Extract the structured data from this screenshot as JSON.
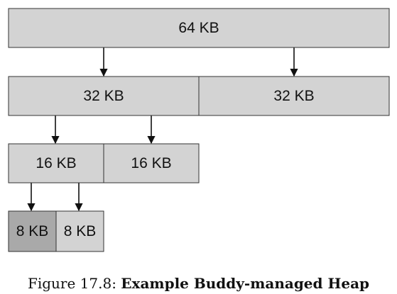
{
  "diagram": {
    "blocks": [
      {
        "id": "b64",
        "label": "64 KB",
        "color": "#d3d3d3"
      },
      {
        "id": "b32a",
        "label": "32 KB",
        "color": "#d3d3d3"
      },
      {
        "id": "b32b",
        "label": "32 KB",
        "color": "#d3d3d3"
      },
      {
        "id": "b16a",
        "label": "16 KB",
        "color": "#d3d3d3"
      },
      {
        "id": "b16b",
        "label": "16 KB",
        "color": "#d3d3d3"
      },
      {
        "id": "b8a",
        "label": "8 KB",
        "color": "#a9a9a9",
        "state": "allocated"
      },
      {
        "id": "b8b",
        "label": "8 KB",
        "color": "#d3d3d3"
      }
    ],
    "edges": [
      {
        "from": "b64",
        "to": "b32a"
      },
      {
        "from": "b64",
        "to": "b32b"
      },
      {
        "from": "b32a",
        "to": "b16a"
      },
      {
        "from": "b32a",
        "to": "b16b"
      },
      {
        "from": "b16a",
        "to": "b8a"
      },
      {
        "from": "b16a",
        "to": "b8b"
      }
    ]
  },
  "caption": {
    "prefix": "Figure 17.8:",
    "title": "Example Buddy-managed Heap"
  }
}
